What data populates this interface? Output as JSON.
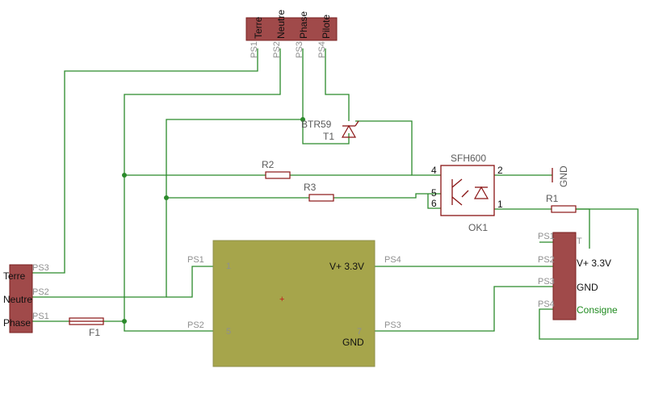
{
  "colors": {
    "wire": "#2b8a2b",
    "connector": "#a04a4a",
    "module": "#a6a54b",
    "symbol": "#8a1414",
    "pin_label": "#8f8f8f"
  },
  "top_connector": {
    "signals": [
      "Terre",
      "Neutre",
      "Phase",
      "Pilote"
    ],
    "pins": [
      "PS1",
      "PS2",
      "PS3",
      "PS4"
    ]
  },
  "left_connector": {
    "signals": [
      "Terre",
      "Neutre",
      "Phase"
    ],
    "pins": [
      "PS3",
      "PS2",
      "PS1"
    ]
  },
  "fuse": {
    "name": "F1"
  },
  "triac": {
    "name": "T1",
    "value": "BTR59"
  },
  "resistors": {
    "r1": "R1",
    "r2": "R2",
    "r3": "R3"
  },
  "optocoupler": {
    "value": "SFH600",
    "name": "OK1",
    "pins": {
      "p4": "4",
      "p5": "5",
      "p6": "6",
      "p2": "2",
      "p1": "1"
    }
  },
  "ground_label": "GND",
  "power_module": {
    "pin1": "1",
    "pin5": "5",
    "pin4": "V+ 3.3V",
    "pin7": "7",
    "pin_gnd": "GND",
    "wire_labels": {
      "in1": "PS1",
      "in2": "PS2",
      "out_v": "PS4",
      "out_gnd": "PS3"
    }
  },
  "right_connector": {
    "name": "Consigne",
    "pins": [
      "PS1",
      "PS2",
      "PS3",
      "PS4"
    ],
    "pin_t": "T",
    "labels": {
      "vplus": "V+ 3.3V",
      "gnd": "GND"
    }
  }
}
